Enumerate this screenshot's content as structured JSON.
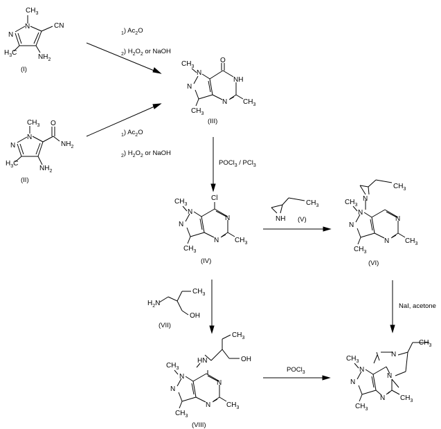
{
  "compounds": {
    "I": {
      "label": "(I)",
      "atoms": {
        "n1_methyl": "CH3",
        "n1": "N",
        "n2": "N",
        "cn": "CN",
        "nh2": "NH2",
        "me3": "H3C"
      }
    },
    "II": {
      "label": "(II)",
      "atoms": {
        "n1_methyl": "CH3",
        "n1": "N",
        "n2": "N",
        "amide_o": "O",
        "amide_nh2": "NH2",
        "nh2": "NH2",
        "me3": "H3C"
      }
    },
    "III": {
      "label": "(III)",
      "atoms": {
        "n1_methyl": "CH3",
        "n1": "N",
        "n2": "N",
        "o": "O",
        "nh": "NH",
        "n4": "N",
        "me5": "CH3",
        "me3": "CH3"
      }
    },
    "IV": {
      "label": "(IV)",
      "atoms": {
        "n1_methyl": "CH3",
        "n1": "N",
        "n2": "N",
        "cl": "Cl",
        "n6": "N",
        "n4": "N",
        "me5": "CH3",
        "me3": "CH3"
      }
    },
    "V": {
      "label": "(V)",
      "atoms": {
        "nh": "NH",
        "ch3": "CH3"
      }
    },
    "VI": {
      "label": "(VI)",
      "atoms": {
        "n1_methyl": "CH3",
        "n1": "N",
        "n2": "N",
        "n_az": "N",
        "n6": "N",
        "n4": "N",
        "me5": "CH3",
        "me3": "CH3"
      }
    },
    "VII": {
      "label": "(VII)",
      "atoms": {
        "h2n": "H2N",
        "ch3": "CH3",
        "oh": "OH"
      }
    },
    "VIII": {
      "label": "(VIII)",
      "atoms": {
        "n1_methyl": "CH3",
        "n1": "N",
        "n2": "N",
        "hn": "HN",
        "oh": "OH",
        "ch3": "CH3",
        "n6": "N",
        "n4": "N",
        "me5": "CH3",
        "me3": "CH3"
      }
    },
    "product": {
      "atoms": {
        "n1_methyl": "CH3",
        "n1": "N",
        "n2": "N",
        "n_im": "N",
        "n_ring": "N",
        "n4": "N",
        "me5": "CH3",
        "me3": "CH3",
        "ch3": "CH3"
      }
    }
  },
  "reagents": {
    "ac2o_top": "1) Ac2O",
    "h2o2_top": "2) H2O2 or NaOH",
    "ac2o_bottom": "1) Ac2O",
    "h2o2_bottom": "2) H2O2 or NaOH",
    "pocl3_pcl3": "POCl3 / PCl3",
    "nai_acetone": "NaI, acetone",
    "pocl3": "POCl3"
  }
}
